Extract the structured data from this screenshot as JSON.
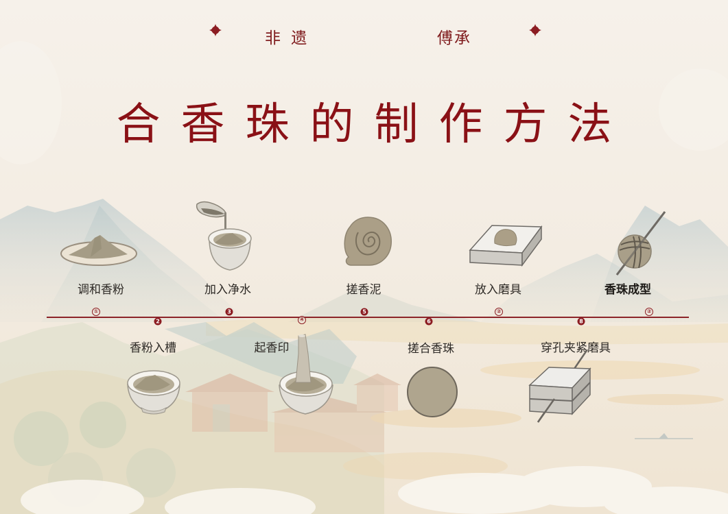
{
  "header": {
    "left_word": "非 遗",
    "right_word": "傅承",
    "accent_color": "#8a1116"
  },
  "title": "合香珠的制作方法",
  "timeline": {
    "line_color": "#8c2328",
    "markers": [
      {
        "label": "①",
        "style": "outline",
        "position": "above"
      },
      {
        "label": "2",
        "style": "filled",
        "position": "below"
      },
      {
        "label": "3",
        "style": "filled",
        "position": "above"
      },
      {
        "label": "④",
        "style": "outline",
        "position": "below"
      },
      {
        "label": "5",
        "style": "filled",
        "position": "above"
      },
      {
        "label": "6",
        "style": "filled",
        "position": "below"
      },
      {
        "label": "②",
        "style": "outline",
        "position": "above"
      },
      {
        "label": "8",
        "style": "filled",
        "position": "below"
      },
      {
        "label": "②",
        "style": "outline",
        "position": "above"
      }
    ]
  },
  "steps_top": [
    {
      "label": "调和香粉",
      "icon": "powder-plate-icon"
    },
    {
      "label": "加入净水",
      "icon": "pour-water-bowl-icon"
    },
    {
      "label": "搓香泥",
      "icon": "rolled-paste-icon"
    },
    {
      "label": "放入磨具",
      "icon": "mold-with-dough-icon"
    },
    {
      "label": "香珠成型",
      "icon": "pierced-bead-icon"
    }
  ],
  "steps_bottom": [
    {
      "label": "香粉入槽",
      "icon": "mortar-powder-icon"
    },
    {
      "label": "起香印",
      "icon": "mortar-pestle-icon"
    },
    {
      "label": "搓合香珠",
      "icon": "round-bead-icon"
    },
    {
      "label": "穿孔夹紧磨具",
      "icon": "clamped-mold-icon"
    }
  ]
}
